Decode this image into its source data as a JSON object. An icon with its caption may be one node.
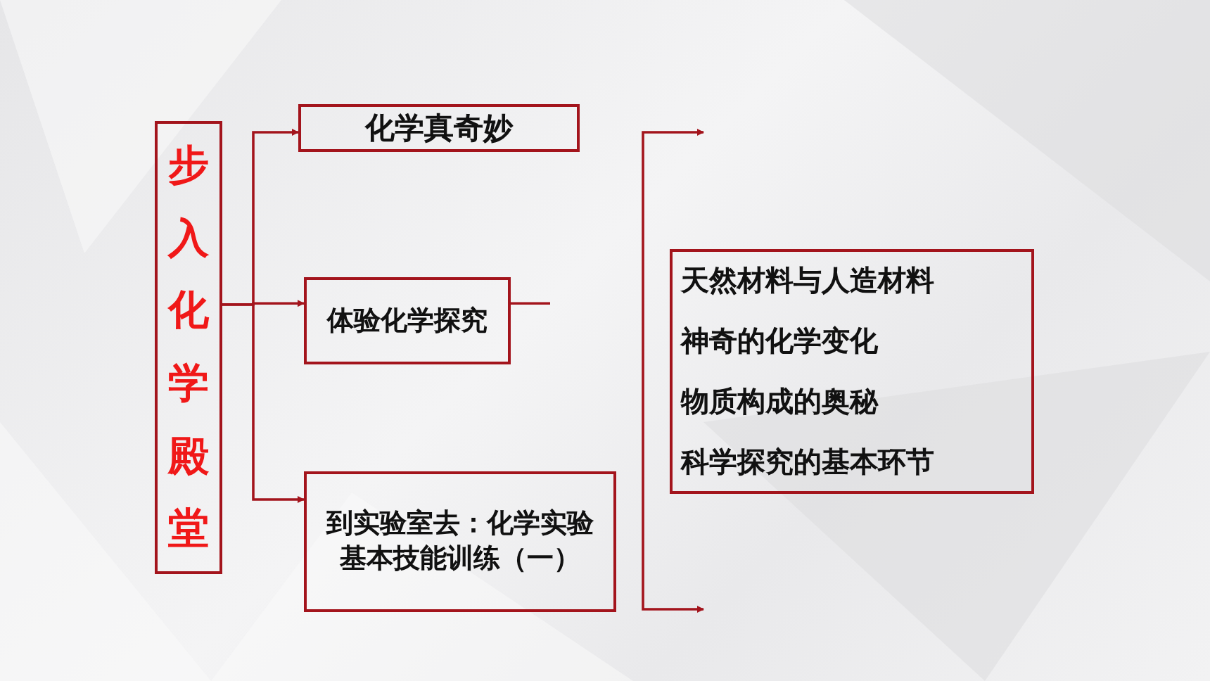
{
  "diagram": {
    "nodes": [
      {
        "text": [
          "步入化学殿堂"
        ]
      },
      {
        "text": [
          "化学真奇妙"
        ]
      },
      {
        "text": [
          "体验化学探究"
        ]
      },
      {
        "text": [
          "到实验室去：化学实验基本技能训练（一）"
        ]
      },
      {
        "text": [
          "天然材料与人造材料",
          "神奇的化学变化",
          "物质构成的奥秘",
          "科学探究的基本环节"
        ]
      }
    ],
    "edges": [
      {
        "from": 0,
        "to": 1,
        "arrow": "to"
      },
      {
        "from": 0,
        "to": 2,
        "arrow": "to"
      },
      {
        "from": 0,
        "to": 3,
        "arrow": "to"
      },
      {
        "from": 2,
        "to": null,
        "arrow": "none"
      }
    ]
  }
}
